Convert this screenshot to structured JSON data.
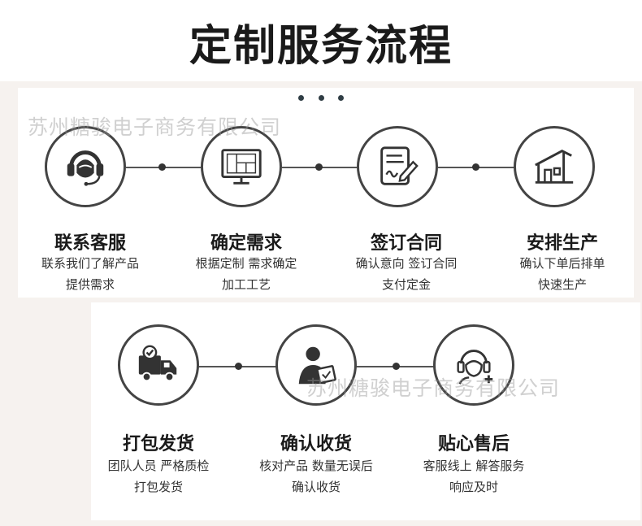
{
  "title": "定制服务流程",
  "watermark": "苏州糖骏电子商务有限公司",
  "steps_row1": [
    {
      "title": "联系客服",
      "desc1": "联系我们了解产品",
      "desc2": "提供需求",
      "icon": "headset-icon"
    },
    {
      "title": "确定需求",
      "desc1": "根据定制 需求确定",
      "desc2": "加工工艺",
      "icon": "monitor-blueprint-icon"
    },
    {
      "title": "签订合同",
      "desc1": "确认意向 签订合同",
      "desc2": "支付定金",
      "icon": "contract-sign-icon"
    },
    {
      "title": "安排生产",
      "desc1": "确认下单后排单",
      "desc2": "快速生产",
      "icon": "factory-house-icon"
    }
  ],
  "steps_row2": [
    {
      "title": "打包发货",
      "desc1": "团队人员 严格质检",
      "desc2": "打包发货",
      "icon": "delivery-truck-icon"
    },
    {
      "title": "确认收货",
      "desc1": "核对产品 数量无误后",
      "desc2": "确认收货",
      "icon": "person-check-icon"
    },
    {
      "title": "贴心售后",
      "desc1": "客服线上 解答服务",
      "desc2": "响应及时",
      "icon": "aftersales-headset-icon"
    }
  ],
  "colors": {
    "background": "#f6f2ef",
    "card": "#ffffff",
    "stroke": "#444444",
    "text": "#1a1a1a"
  }
}
